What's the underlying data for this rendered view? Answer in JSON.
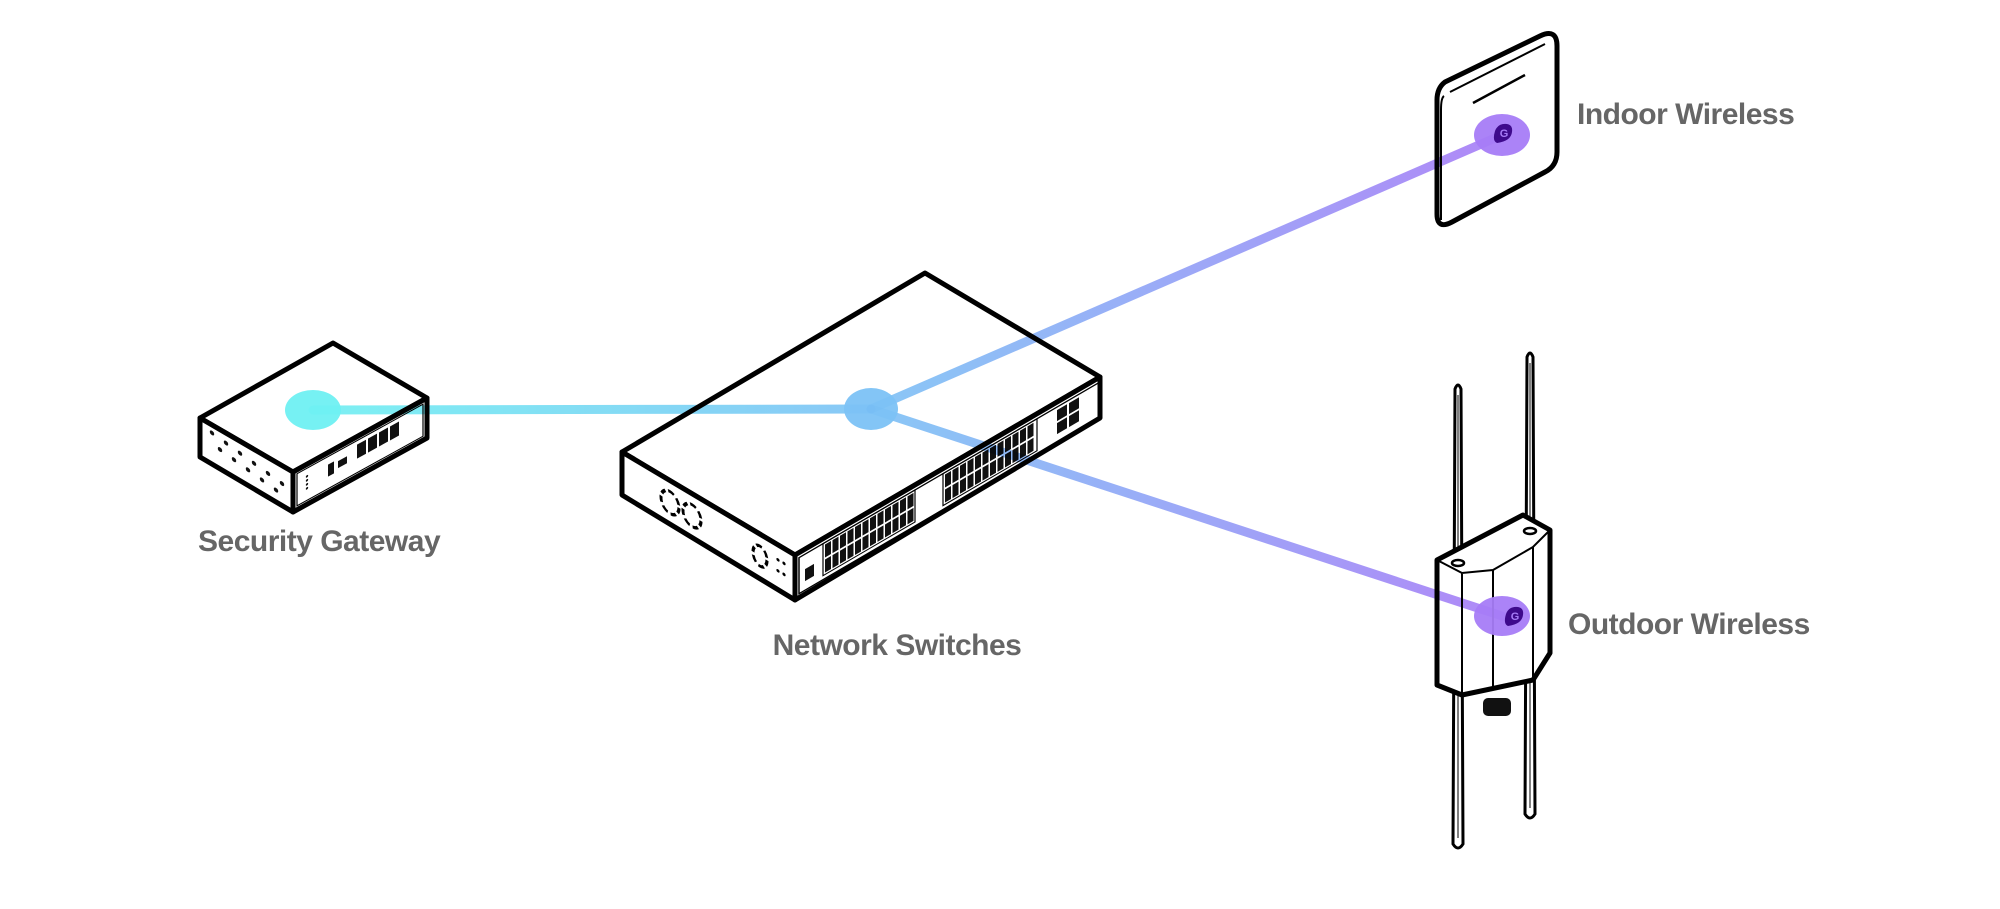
{
  "devices": {
    "gateway": {
      "label": "Security Gateway"
    },
    "switch": {
      "label": "Network Switches"
    },
    "indoor": {
      "label": "Indoor Wireless"
    },
    "outdoor": {
      "label": "Outdoor Wireless"
    }
  },
  "colors": {
    "label": "#666666",
    "gateway_link": "#6FF0F2",
    "switch_hub": "#7CC2F5",
    "wireless_node": "#A77CF7",
    "logo": "#3E0A8C"
  },
  "icons": {
    "wireless_logo": "g-logo-icon"
  }
}
